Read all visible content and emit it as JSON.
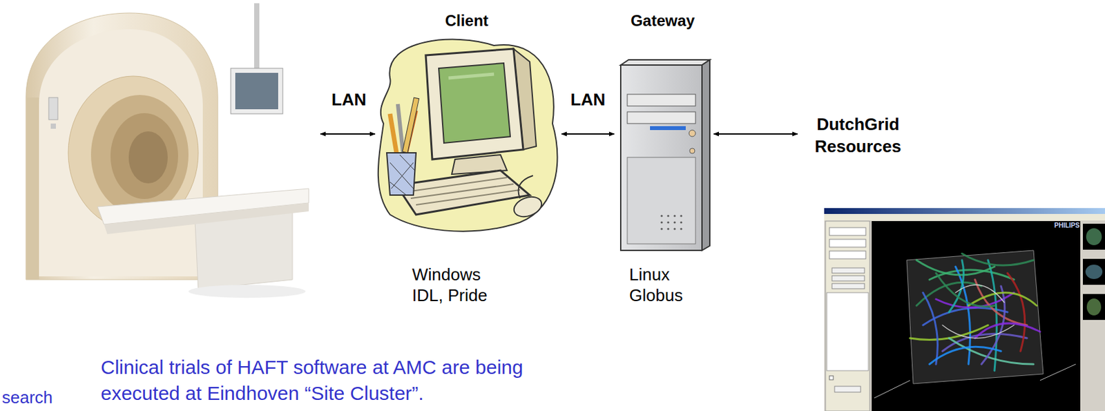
{
  "diagram": {
    "nodes": [
      {
        "text": [
          "Client",
          "Windows IDL, Pride"
        ]
      },
      {
        "text": [
          "Gateway",
          "Linux Globus"
        ]
      },
      {
        "text": [
          "DutchGrid Resources"
        ]
      }
    ],
    "edges": [
      {
        "from": 0,
        "to": 1,
        "label": "LAN",
        "arrow": "both"
      },
      {
        "from": 1,
        "to": 2,
        "arrow": "both"
      }
    ],
    "labels": [
      "LAN",
      "Clinical trials of HAFT software at AMC are being executed at Eindhoven “Site Cluster”.",
      "search",
      "PHILIPS"
    ]
  }
}
